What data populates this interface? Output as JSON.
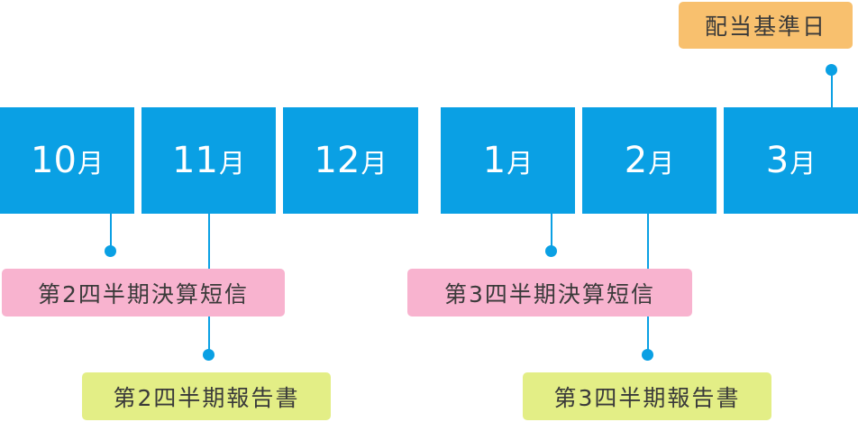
{
  "months": [
    {
      "num": "10",
      "unit": "月"
    },
    {
      "num": "11",
      "unit": "月"
    },
    {
      "num": "12",
      "unit": "月"
    },
    {
      "num": "1",
      "unit": "月"
    },
    {
      "num": "2",
      "unit": "月"
    },
    {
      "num": "3",
      "unit": "月"
    }
  ],
  "record_date_label": "配当基準日",
  "events": {
    "q2_tanshin": "第2四半期決算短信",
    "q2_houkokusho": "第2四半期報告書",
    "q3_tanshin": "第3四半期決算短信",
    "q3_houkokusho": "第3四半期報告書"
  },
  "colors": {
    "month_box": "#0aa0e4",
    "record_date_tag": "#f8c06e",
    "tanshin_tag": "#f8b3cf",
    "houkokusho_tag": "#e3ee86",
    "text": "#3a3a3a"
  }
}
